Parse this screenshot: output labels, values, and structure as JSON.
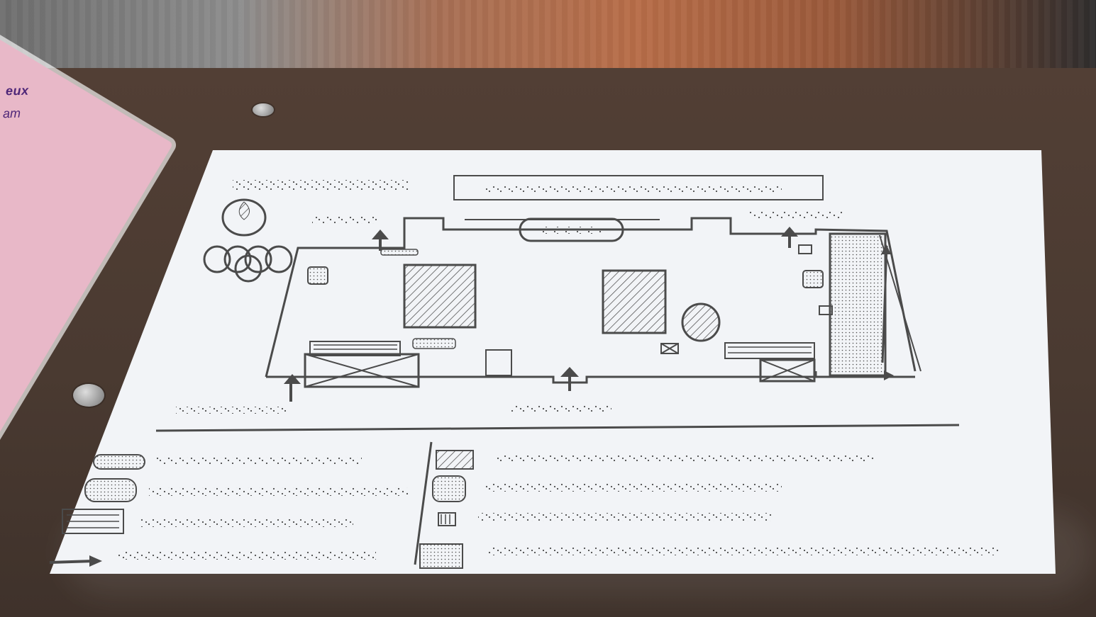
{
  "scene": {
    "pink_booklet_text": "eux",
    "pink_booklet_subtext": "am"
  },
  "tactile_map": {
    "olympic_emblem": "paris-olympic-flame",
    "rings_count": 5
  },
  "colors": {
    "table": "#4a3a31",
    "paper": "#f2f4f7",
    "ink": "#4b4b4b",
    "pink": "#e8b8c8",
    "text_purple": "#4e2678"
  }
}
